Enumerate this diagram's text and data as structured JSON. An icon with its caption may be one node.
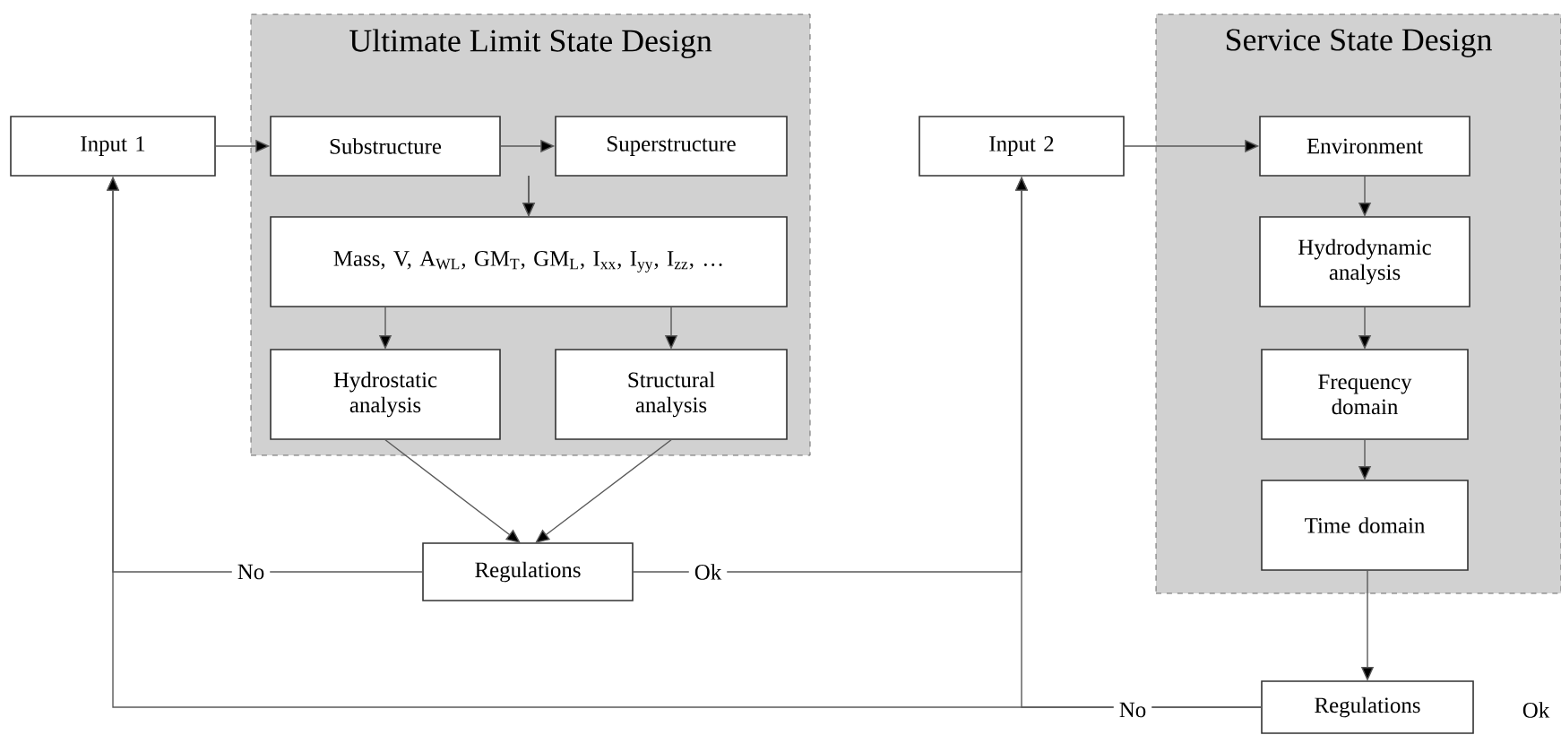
{
  "diagram": {
    "nodes": [
      {
        "text": [
          "Ultimate Limit State Design"
        ]
      },
      {
        "text": [
          "Input 1"
        ]
      },
      {
        "text": [
          "Substructure"
        ],
        "in": 0
      },
      {
        "text": [
          "Superstructure"
        ],
        "in": 0
      },
      {
        "text": [
          "Mass, V, A$_{WL}$, GM$_{T}$, GM$_{L}$, I$_{xx}$, I$_{yy}$, I$_{zz}$, …"
        ],
        "in": 0
      },
      {
        "text": [
          "Hydrostatic analysis"
        ],
        "in": 0
      },
      {
        "text": [
          "Structural analysis"
        ],
        "in": 0
      },
      {
        "text": [
          "Regulations"
        ]
      },
      {
        "text": [
          "Input 2"
        ]
      },
      {
        "text": [
          "Service State Design"
        ]
      },
      {
        "text": [
          "Environment"
        ],
        "in": 9
      },
      {
        "text": [
          "Hydrodynamic analysis"
        ],
        "in": 9
      },
      {
        "text": [
          "Frequency domain"
        ],
        "in": 9
      },
      {
        "text": [
          "Time domain"
        ],
        "in": 9
      },
      {
        "text": [
          "Regulations"
        ]
      }
    ],
    "edges": [
      {
        "from": 1,
        "to": 2,
        "arrow": "to"
      },
      {
        "from": 2,
        "to": 3,
        "arrow": "to"
      },
      {
        "from": 2,
        "to": 4,
        "arrow": "to"
      },
      {
        "from": 3,
        "to": 4,
        "arrow": "to"
      },
      {
        "from": 4,
        "to": 5,
        "arrow": "to"
      },
      {
        "from": 4,
        "to": 6,
        "arrow": "to"
      },
      {
        "from": 5,
        "to": 7,
        "arrow": "to"
      },
      {
        "from": 6,
        "to": 7,
        "arrow": "to"
      },
      {
        "from": 7,
        "to": 1,
        "arrow": "to",
        "label": "No"
      },
      {
        "from": 7,
        "to": 8,
        "arrow": "to",
        "label": "Ok"
      },
      {
        "from": 8,
        "to": 10,
        "arrow": "to"
      },
      {
        "from": 10,
        "to": 11,
        "arrow": "to"
      },
      {
        "from": 11,
        "to": 12,
        "arrow": "to"
      },
      {
        "from": 12,
        "to": 13,
        "arrow": "to"
      },
      {
        "from": 13,
        "to": 14,
        "arrow": "to"
      },
      {
        "from": 14,
        "to": 8,
        "arrow": "to",
        "label": "No"
      },
      {
        "from": 14,
        "to": 1,
        "arrow": "to"
      }
    ],
    "labels": [
      "Ok"
    ]
  }
}
